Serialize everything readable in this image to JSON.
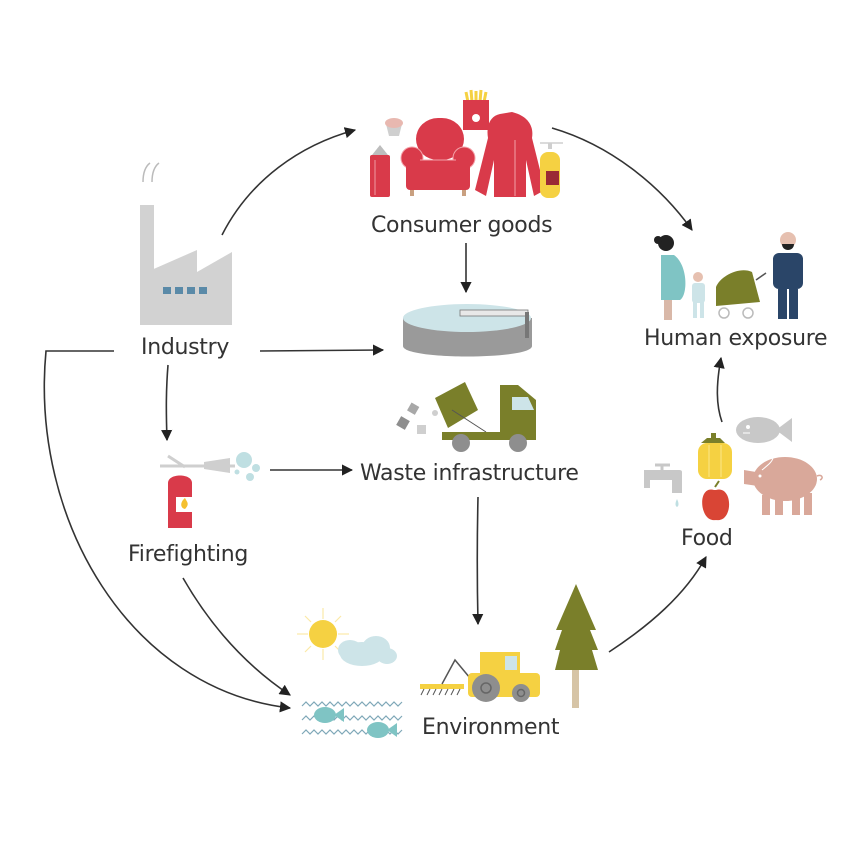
{
  "diagram": {
    "type": "flow-cycle",
    "nodes": {
      "industry": {
        "label": "Industry"
      },
      "consumer_goods": {
        "label": "Consumer goods"
      },
      "human_exposure": {
        "label": "Human exposure"
      },
      "waste_infrastructure": {
        "label": "Waste infrastructure"
      },
      "firefighting": {
        "label": "Firefighting"
      },
      "food": {
        "label": "Food"
      },
      "environment": {
        "label": "Environment"
      }
    },
    "edges": [
      {
        "from": "industry",
        "to": "consumer_goods"
      },
      {
        "from": "industry",
        "to": "waste_infrastructure"
      },
      {
        "from": "industry",
        "to": "firefighting"
      },
      {
        "from": "industry",
        "to": "environment"
      },
      {
        "from": "consumer_goods",
        "to": "waste_infrastructure"
      },
      {
        "from": "consumer_goods",
        "to": "human_exposure"
      },
      {
        "from": "firefighting",
        "to": "waste_infrastructure"
      },
      {
        "from": "firefighting",
        "to": "environment"
      },
      {
        "from": "waste_infrastructure",
        "to": "environment"
      },
      {
        "from": "environment",
        "to": "food"
      },
      {
        "from": "food",
        "to": "human_exposure"
      }
    ]
  },
  "colors": {
    "text": "#333333",
    "arrow": "#222222",
    "red": "#d93a4a",
    "yellow": "#f5d142",
    "olive": "#7a7f2a",
    "grey": "#d2d2d2",
    "dark_grey": "#8e8e8e",
    "steel_blue": "#5a8aa8",
    "teal": "#7fc4c4",
    "light_blue": "#cde4e8",
    "navy": "#2a4568",
    "pink": "#d9a89a"
  }
}
